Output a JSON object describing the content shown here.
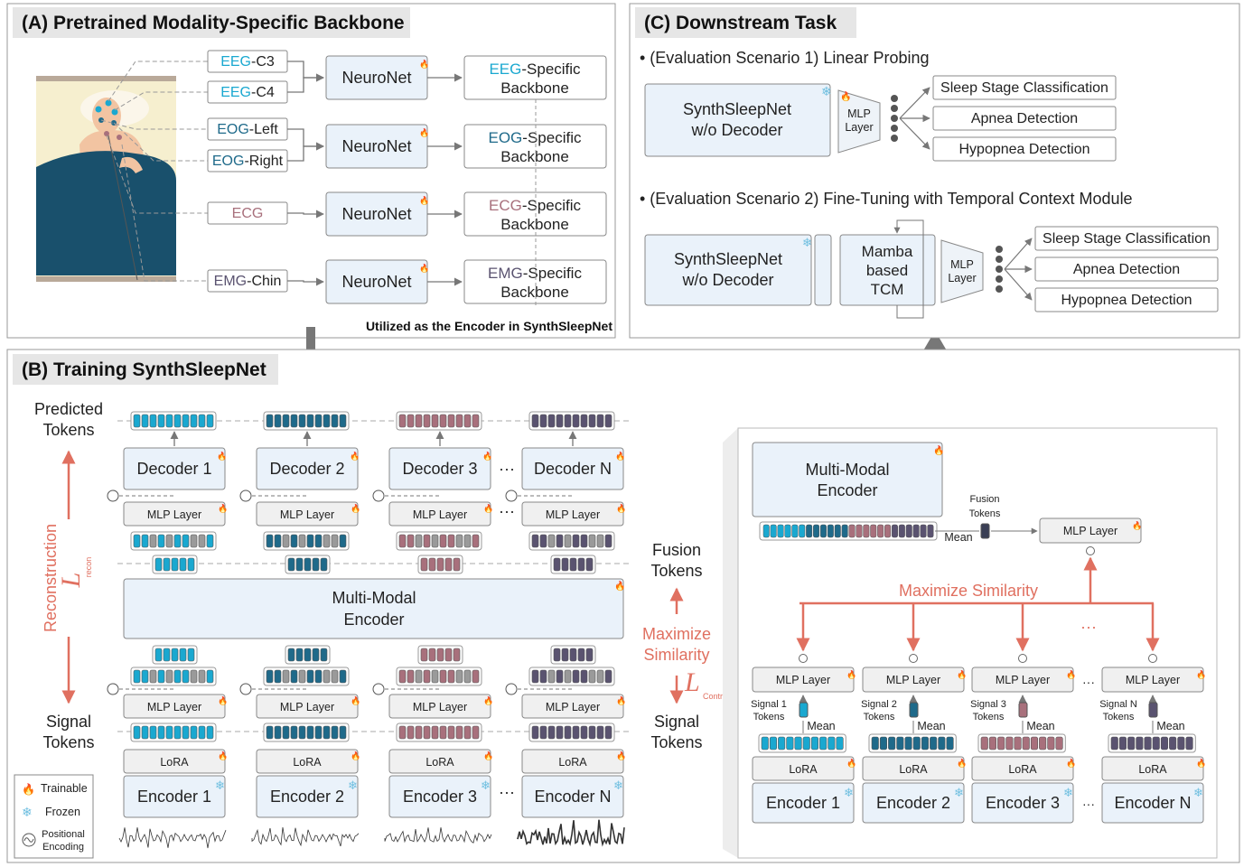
{
  "panel_a": {
    "title": "(A) Pretrained Modality-Specific Backbone",
    "channels": [
      {
        "prefix": "EEG",
        "suffix": "-C3",
        "color": "#1aa8d0"
      },
      {
        "prefix": "EEG",
        "suffix": "-C4",
        "color": "#1aa8d0"
      },
      {
        "prefix": "EOG",
        "suffix": "-Left",
        "color": "#1f6a8a"
      },
      {
        "prefix": "EOG",
        "suffix": "-Right",
        "color": "#1f6a8a"
      },
      {
        "prefix": "ECG",
        "suffix": "",
        "color": "#a8707c"
      },
      {
        "prefix": "EMG",
        "suffix": "-Chin",
        "color": "#5a5370"
      }
    ],
    "neuronet_label": "NeuroNet",
    "backbones": [
      {
        "prefix": "EEG",
        "line1_suffix": "-Specific",
        "line2": "Backbone",
        "color": "#1aa8d0"
      },
      {
        "prefix": "EOG",
        "line1_suffix": "-Specific",
        "line2": "Backbone",
        "color": "#1f6a8a"
      },
      {
        "prefix": "ECG",
        "line1_suffix": "-Specific",
        "line2": "Backbone",
        "color": "#a8707c"
      },
      {
        "prefix": "EMG",
        "line1_suffix": "-Specific",
        "line2": "Backbone",
        "color": "#5a5370"
      }
    ],
    "footer": "Utilized as the Encoder in SynthSleepNet"
  },
  "panel_c": {
    "title": "(C) Downstream Task",
    "scenario1": "• (Evaluation Scenario 1) Linear Probing",
    "scenario2": "• (Evaluation Scenario 2) Fine-Tuning with Temporal Context Module",
    "model_line1": "SynthSleepNet",
    "model_line2": "w/o Decoder",
    "mlp_line1": "MLP",
    "mlp_line2": "Layer",
    "tcm_line1": "Mamba",
    "tcm_line2": "based",
    "tcm_line3": "TCM",
    "tasks": [
      "Sleep Stage Classification",
      "Apnea Detection",
      "Hypopnea Detection"
    ]
  },
  "panel_b": {
    "title": "(B) Training SynthSleepNet",
    "predicted_tokens": [
      "Predicted",
      "Tokens"
    ],
    "signal_tokens": [
      "Signal",
      "Tokens"
    ],
    "fusion_tokens": [
      "Fusion",
      "Tokens"
    ],
    "reconstruction": "Reconstruction",
    "loss_recon_main": "L",
    "loss_recon_sub": "recon",
    "loss_contra_main": "L",
    "loss_contra_sub": "Contra",
    "maximize_similarity": [
      "Maximize",
      "Similarity"
    ],
    "decoders": [
      "Decoder 1",
      "Decoder 2",
      "Decoder 3",
      "Decoder N"
    ],
    "encoders": [
      "Encoder 1",
      "Encoder 2",
      "Encoder 3",
      "Encoder N"
    ],
    "mlp_layer": "MLP Layer",
    "lora": "LoRA",
    "multimodal_encoder": [
      "Multi-Modal",
      "Encoder"
    ],
    "ellipsis": "···",
    "legend": {
      "trainable": "Trainable",
      "frozen": "Frozen",
      "positional": [
        "Positional",
        "Encoding"
      ]
    },
    "modality_colors": [
      "#1aa8d0",
      "#1f6a8a",
      "#a8707c",
      "#5a5370"
    ]
  },
  "zoom": {
    "multimodal_encoder": [
      "Multi-Modal",
      "Encoder"
    ],
    "fusion_tokens": [
      "Fusion",
      "Tokens"
    ],
    "mean": "Mean",
    "mlp_layer": "MLP Layer",
    "maximize_similarity": "Maximize Similarity",
    "signal_tokens": [
      [
        "Signal 1",
        "Tokens"
      ],
      [
        "Signal 2",
        "Tokens"
      ],
      [
        "Signal 3",
        "Tokens"
      ],
      [
        "Signal N",
        "Tokens"
      ]
    ],
    "lora": "LoRA",
    "encoders": [
      "Encoder 1",
      "Encoder 2",
      "Encoder 3",
      "Encoder N"
    ]
  }
}
